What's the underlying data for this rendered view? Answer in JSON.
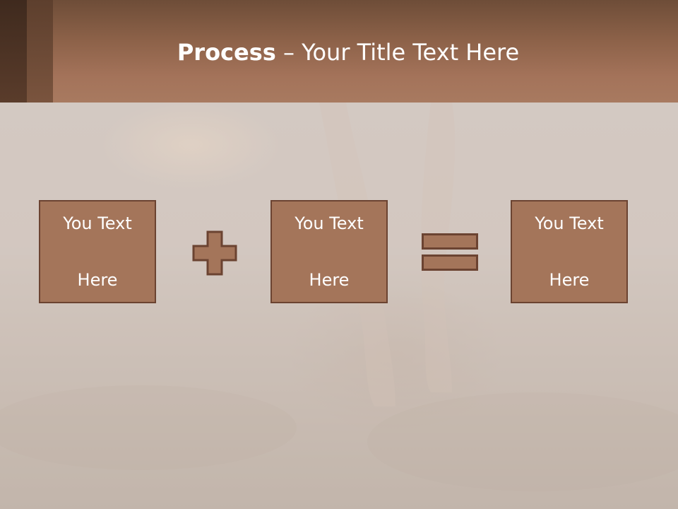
{
  "slide": {
    "title_bold": "Process",
    "title_rest": " – Your Title Text Here",
    "boxes": [
      {
        "line1": "You Text",
        "line2": "Here"
      },
      {
        "line1": "You Text",
        "line2": "Here"
      },
      {
        "line1": "You Text",
        "line2": "Here"
      }
    ],
    "operators": [
      "plus-icon",
      "equals-icon"
    ],
    "colors": {
      "header": "#a4735a",
      "box_fill": "#a4755a",
      "box_border": "#6b4331",
      "text": "#ffffff"
    }
  }
}
